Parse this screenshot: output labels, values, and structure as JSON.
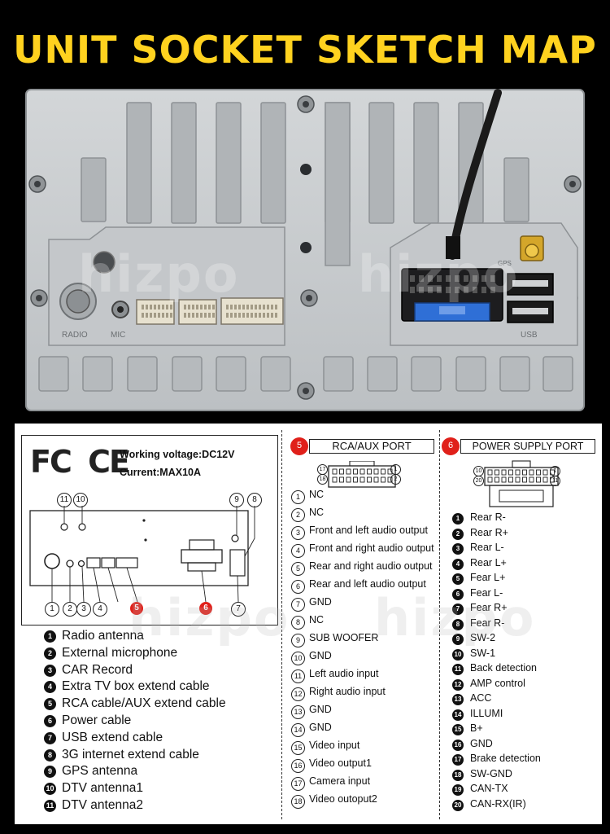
{
  "title": "UNIT SOCKET SKETCH MAP",
  "watermark": "hizpo",
  "unit_labels": {
    "radio": "RADIO",
    "mic": "MIC",
    "usb": "USB",
    "gps": "GPS"
  },
  "spec": {
    "voltage": "Working voltage:DC12V",
    "current": "Current:MAX10A",
    "fc": "FC",
    "ce": "CE"
  },
  "diagram_numbers": {
    "top": [
      "11",
      "10",
      "9",
      "8"
    ],
    "bottom": [
      "1",
      "2",
      "3",
      "4",
      "5",
      "6",
      "7"
    ]
  },
  "connectors": [
    "Radio antenna",
    "External microphone",
    "CAR Record",
    "Extra TV box extend cable",
    "RCA cable/AUX extend cable",
    "Power cable",
    "USB extend cable",
    "3G internet extend cable",
    "GPS antenna",
    "DTV antenna1",
    "DTV antenna2"
  ],
  "rca_port": {
    "number": "5",
    "title": "RCA/AUX PORT",
    "pins": [
      {
        "n": "1",
        "label": "NC"
      },
      {
        "n": "2",
        "label": "NC"
      },
      {
        "n": "3",
        "label": "Front and left audio output"
      },
      {
        "n": "4",
        "label": "Front and right audio output"
      },
      {
        "n": "5",
        "label": "Rear and right audio output"
      },
      {
        "n": "6",
        "label": "Rear and left audio output"
      },
      {
        "n": "7",
        "label": "GND"
      },
      {
        "n": "8",
        "label": "NC"
      },
      {
        "n": "9",
        "label": "SUB WOOFER"
      },
      {
        "n": "10",
        "label": "GND"
      },
      {
        "n": "11",
        "label": "Left audio input"
      },
      {
        "n": "12",
        "label": "Right audio input"
      },
      {
        "n": "13",
        "label": "GND"
      },
      {
        "n": "14",
        "label": "GND"
      },
      {
        "n": "15",
        "label": "Video input"
      },
      {
        "n": "16",
        "label": "Video output1"
      },
      {
        "n": "17",
        "label": "Camera  input"
      },
      {
        "n": "18",
        "label": "Video outoput2"
      }
    ],
    "pin_marks": [
      "17",
      "18",
      "1",
      "2"
    ]
  },
  "power_port": {
    "number": "6",
    "title": "POWER SUPPLY PORT",
    "pins": [
      {
        "n": "1",
        "label": "Rear R-"
      },
      {
        "n": "2",
        "label": "Rear R+"
      },
      {
        "n": "3",
        "label": "Rear L-"
      },
      {
        "n": "4",
        "label": "Rear L+"
      },
      {
        "n": "5",
        "label": "Fear L+"
      },
      {
        "n": "6",
        "label": "Fear L-"
      },
      {
        "n": "7",
        "label": "Fear R+"
      },
      {
        "n": "8",
        "label": "Fear R-"
      },
      {
        "n": "9",
        "label": "SW-2"
      },
      {
        "n": "10",
        "label": "SW-1"
      },
      {
        "n": "11",
        "label": "Back detection"
      },
      {
        "n": "12",
        "label": "AMP control"
      },
      {
        "n": "13",
        "label": "ACC"
      },
      {
        "n": "14",
        "label": "ILLUMI"
      },
      {
        "n": "15",
        "label": "B+"
      },
      {
        "n": "16",
        "label": "GND"
      },
      {
        "n": "17",
        "label": "Brake detection"
      },
      {
        "n": "18",
        "label": "SW-GND"
      },
      {
        "n": "19",
        "label": "CAN-TX"
      },
      {
        "n": "20",
        "label": "CAN-RX(IR)"
      }
    ],
    "pin_marks": [
      "10",
      "20",
      "1",
      "11"
    ]
  },
  "colors": {
    "title": "#ffd21f",
    "accent_red": "#e0201a",
    "panel": "#c9ccce",
    "fuse": "#2f6fd6"
  }
}
